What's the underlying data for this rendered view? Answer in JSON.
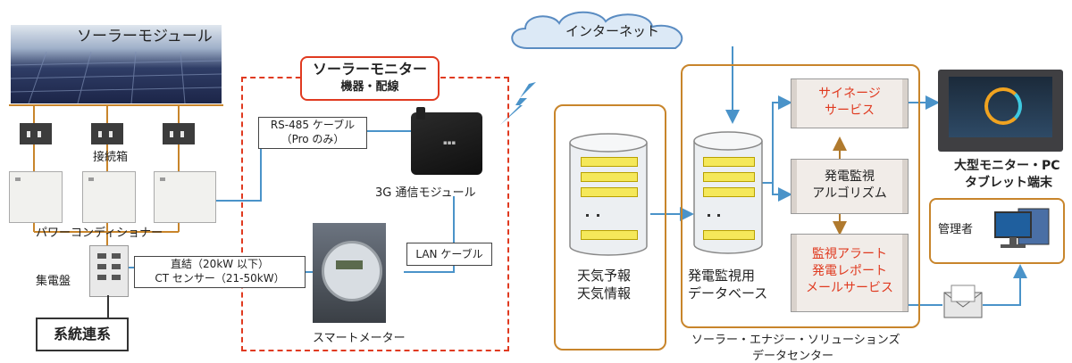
{
  "solar": {
    "module_label": "ソーラーモジュール",
    "junction_label": "接続箱",
    "pcs_label": "パワーコンディショナー",
    "distribution_label": "集電盤",
    "grid_label": "系統連系"
  },
  "monitor": {
    "title_line1": "ソーラーモニター",
    "title_line2": "機器・配線",
    "rs485_line1": "RS-485 ケーブル",
    "rs485_line2": "（Pro のみ）",
    "module_3g": "3G 通信モジュール",
    "lan_cable": "LAN ケーブル",
    "direct_line1": "直結（20kW 以下）",
    "direct_line2": "CT センサー（21-50kW）",
    "smart_meter": "スマートメーター"
  },
  "cloud": {
    "label": "インターネット"
  },
  "weather": {
    "line1": "天気予報",
    "line2": "天気情報"
  },
  "datacenter": {
    "db_line1": "発電監視用",
    "db_line2": "データベース",
    "signage_line1": "サイネージ",
    "signage_line2": "サービス",
    "algo_line1": "発電監視",
    "algo_line2": "アルゴリズム",
    "alert_line1": "監視アラート",
    "alert_line2": "発電レポート",
    "alert_line3": "メールサービス",
    "caption_line1": "ソーラー・エナジー・ソリューションズ",
    "caption_line2": "データセンター"
  },
  "terminals": {
    "line1": "大型モニター・PC",
    "line2": "タブレット端末",
    "admin": "管理者"
  },
  "colors": {
    "orange_border": "#c8852b",
    "red_dash": "#e03a20",
    "blue_line": "#4a93c9",
    "alert_text": "#e03a20",
    "db_bar": "#f5e85a"
  }
}
